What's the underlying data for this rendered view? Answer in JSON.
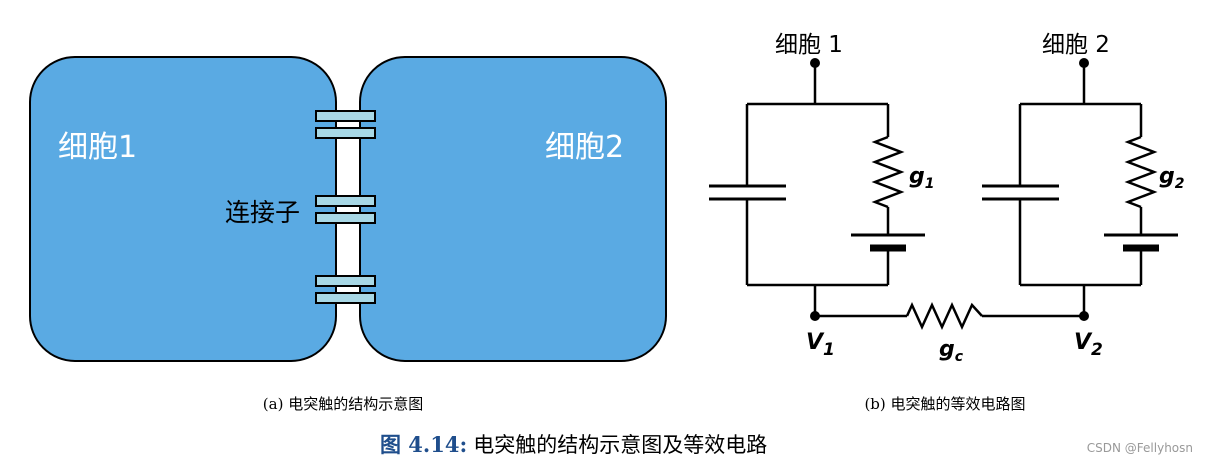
{
  "panel_a": {
    "cell1_label": "细胞1",
    "cell2_label": "细胞2",
    "connexon_label": "连接子",
    "caption": "(a) 电突触的结构示意图"
  },
  "panel_b": {
    "cell1_label": "细胞 1",
    "cell2_label": "细胞 2",
    "g1": {
      "symbol": "g",
      "sub": "1"
    },
    "g2": {
      "symbol": "g",
      "sub": "2"
    },
    "gc": {
      "symbol": "g",
      "sub": "c"
    },
    "v1": {
      "symbol": "V",
      "sub": "1"
    },
    "v2": {
      "symbol": "V",
      "sub": "2"
    },
    "caption": "(b) 电突触的等效电路图"
  },
  "figure": {
    "number": "图 4.14:",
    "title": "电突触的结构示意图及等效电路"
  },
  "watermark": "CSDN @Fellyhosn",
  "colors": {
    "cell_fill": "#5aaae3",
    "connexon_fill": "#a8d8e6",
    "figure_number": "#1f4e8c"
  }
}
